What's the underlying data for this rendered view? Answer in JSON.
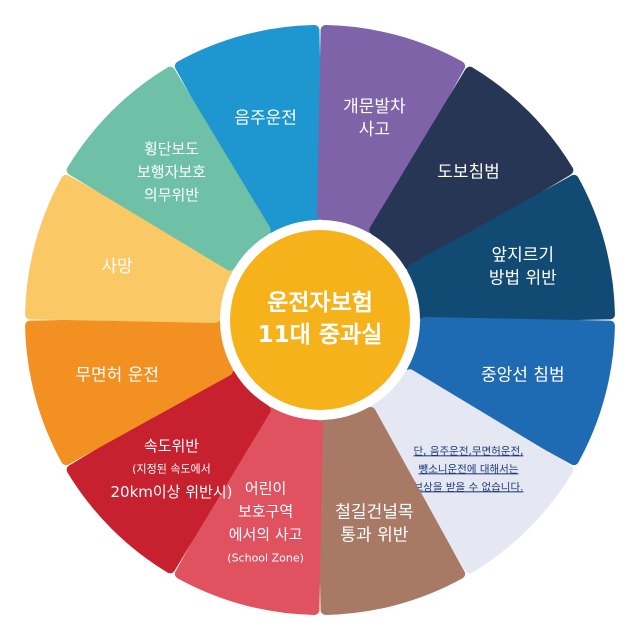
{
  "center": {
    "line1": "운전자보험",
    "line2": "11대 중과실",
    "color": "#F5B21B"
  },
  "segments": [
    {
      "id": "drunk-driving",
      "lines": [
        "음주운전"
      ],
      "color": "#1E96CF",
      "text_color": "#ffffff"
    },
    {
      "id": "door-opening-accident",
      "lines": [
        "개문발차",
        "사고"
      ],
      "color": "#7E63A8",
      "text_color": "#ffffff"
    },
    {
      "id": "sidewalk-intrusion",
      "lines": [
        "도보침범"
      ],
      "color": "#273654",
      "text_color": "#ffffff"
    },
    {
      "id": "overtaking-violation",
      "lines": [
        "앞지르기",
        "방법 위반"
      ],
      "color": "#114B73",
      "text_color": "#ffffff"
    },
    {
      "id": "centerline-crossing",
      "lines": [
        "중앙선 침범"
      ],
      "color": "#1E6BB4",
      "text_color": "#ffffff"
    },
    {
      "id": "compensation-note",
      "lines": [
        "단, 음주운전,무면허운전,",
        "뺑소니운전에 대해서는",
        "보상을 받을 수 없습니다."
      ],
      "color": "#E5E8F2",
      "text_color": "#1F3B7A"
    },
    {
      "id": "railroad-crossing-violation",
      "lines": [
        "철길건널목",
        "통과 위반"
      ],
      "color": "#A87A66",
      "text_color": "#ffffff"
    },
    {
      "id": "school-zone",
      "lines": [
        "어린이",
        "보호구역",
        "에서의 사고",
        "(School Zone)"
      ],
      "color": "#E05260",
      "text_color": "#ffffff"
    },
    {
      "id": "speeding",
      "lines": [
        "속도위반",
        "(지정된 속도에서",
        "20km이상 위반시)"
      ],
      "color": "#C7202E",
      "text_color": "#ffffff"
    },
    {
      "id": "unlicensed-driving",
      "lines": [
        "무면허 운전"
      ],
      "color": "#F29022",
      "text_color": "#ffffff"
    },
    {
      "id": "death",
      "lines": [
        "사망"
      ],
      "color": "#FAC865",
      "text_color": "#ffffff"
    },
    {
      "id": "crosswalk-protection-violation",
      "lines": [
        "횡단보도",
        "보행자보호",
        "의무위반"
      ],
      "color": "#6EC1A7",
      "text_color": "#ffffff"
    }
  ]
}
